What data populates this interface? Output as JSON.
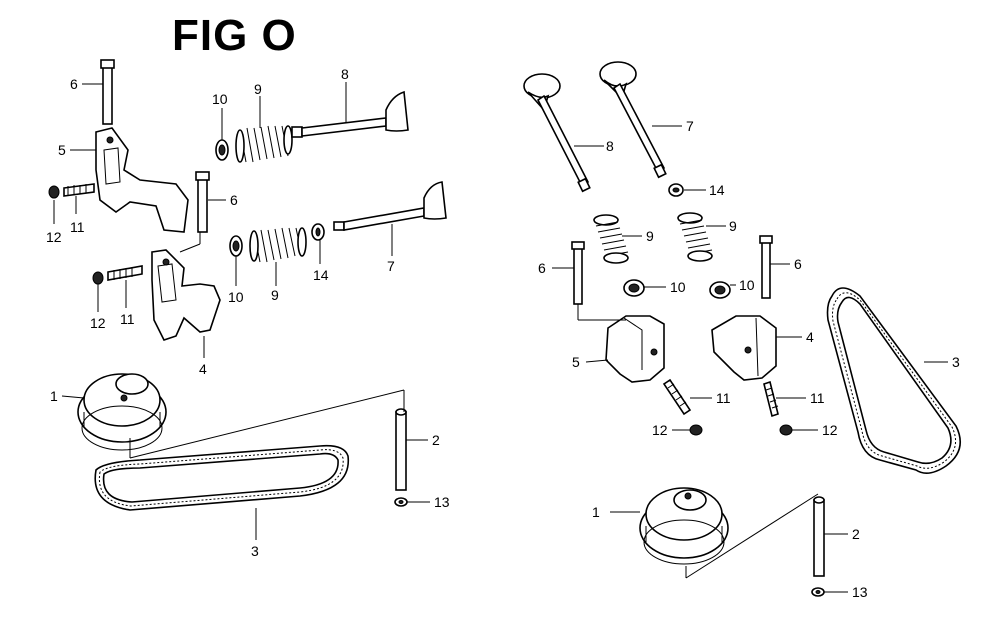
{
  "figure": {
    "title": "FIG O"
  },
  "left_assembly": {
    "callouts": [
      "6",
      "5",
      "12",
      "11",
      "10",
      "9",
      "8",
      "6",
      "12",
      "11",
      "10",
      "9",
      "14",
      "7",
      "4",
      "1",
      "2",
      "13",
      "3"
    ]
  },
  "right_assembly": {
    "callouts": [
      "8",
      "7",
      "14",
      "9",
      "9",
      "6",
      "10",
      "10",
      "6",
      "5",
      "4",
      "3",
      "11",
      "11",
      "12",
      "12",
      "1",
      "2",
      "13"
    ]
  },
  "colors": {
    "ink": "#000000",
    "background": "#ffffff"
  }
}
